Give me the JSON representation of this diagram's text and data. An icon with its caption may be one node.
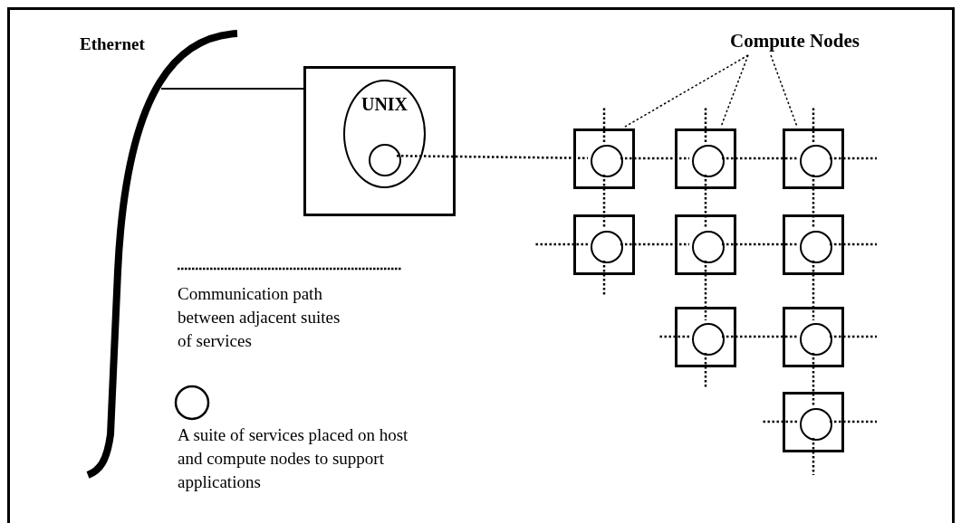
{
  "diagram": {
    "nodes": [
      {
        "text": [
          "Ethernet"
        ]
      },
      {
        "text": [],
        "shape": "box"
      },
      {
        "text": [
          "UNIX"
        ],
        "in": 1
      },
      {
        "text": [],
        "shape": "circle",
        "in": 2
      },
      {
        "text": [],
        "shape": "box"
      },
      {
        "text": [],
        "shape": "circle",
        "in": 4
      },
      {
        "text": [],
        "shape": "box"
      },
      {
        "text": [],
        "shape": "circle",
        "in": 6
      },
      {
        "text": [],
        "shape": "box"
      },
      {
        "text": [],
        "shape": "circle",
        "in": 8
      },
      {
        "text": [],
        "shape": "box"
      },
      {
        "text": [],
        "shape": "circle",
        "in": 10
      },
      {
        "text": [],
        "shape": "box"
      },
      {
        "text": [],
        "shape": "circle",
        "in": 12
      },
      {
        "text": [],
        "shape": "box"
      },
      {
        "text": [],
        "shape": "circle",
        "in": 14
      },
      {
        "text": [],
        "shape": "box"
      },
      {
        "text": [],
        "shape": "circle",
        "in": 16
      },
      {
        "text": [],
        "shape": "box"
      },
      {
        "text": [],
        "shape": "circle",
        "in": 18
      },
      {
        "text": [],
        "shape": "box"
      },
      {
        "text": [],
        "shape": "circle",
        "in": 20
      },
      {
        "text": [
          "Compute Nodes"
        ]
      }
    ],
    "edges": [
      {
        "from": 0,
        "to": 1,
        "arrow": "none"
      },
      {
        "from": 3,
        "to": 5,
        "arrow": "none",
        "style": "dashed"
      },
      {
        "from": 5,
        "to": 7,
        "arrow": "none",
        "style": "dashed"
      },
      {
        "from": 7,
        "to": 9,
        "arrow": "none",
        "style": "dashed"
      },
      {
        "from": 11,
        "to": 13,
        "arrow": "none",
        "style": "dashed"
      },
      {
        "from": 13,
        "to": 15,
        "arrow": "none",
        "style": "dashed"
      },
      {
        "from": 17,
        "to": 19,
        "arrow": "none",
        "style": "dashed"
      },
      {
        "from": 5,
        "to": 11,
        "arrow": "none",
        "style": "dashed"
      },
      {
        "from": 7,
        "to": 13,
        "arrow": "none",
        "style": "dashed"
      },
      {
        "from": 9,
        "to": 15,
        "arrow": "none",
        "style": "dashed"
      },
      {
        "from": 13,
        "to": 17,
        "arrow": "none",
        "style": "dashed"
      },
      {
        "from": 15,
        "to": 19,
        "arrow": "none",
        "style": "dashed"
      },
      {
        "from": 19,
        "to": 21,
        "arrow": "none",
        "style": "dashed"
      },
      {
        "from": 5,
        "to": null,
        "arrow": "none",
        "style": "dashed"
      },
      {
        "from": 7,
        "to": null,
        "arrow": "none",
        "style": "dashed"
      },
      {
        "from": 9,
        "to": null,
        "arrow": "none",
        "style": "dashed"
      },
      {
        "from": 9,
        "to": null,
        "arrow": "none",
        "style": "dashed"
      },
      {
        "from": 11,
        "to": null,
        "arrow": "none",
        "style": "dashed"
      },
      {
        "from": 11,
        "to": null,
        "arrow": "none",
        "style": "dashed"
      },
      {
        "from": 15,
        "to": null,
        "arrow": "none",
        "style": "dashed"
      },
      {
        "from": 17,
        "to": null,
        "arrow": "none",
        "style": "dashed"
      },
      {
        "from": 17,
        "to": null,
        "arrow": "none",
        "style": "dashed"
      },
      {
        "from": 19,
        "to": null,
        "arrow": "none",
        "style": "dashed"
      },
      {
        "from": 21,
        "to": null,
        "arrow": "none",
        "style": "dashed"
      },
      {
        "from": 21,
        "to": null,
        "arrow": "none",
        "style": "dashed"
      },
      {
        "from": 21,
        "to": null,
        "arrow": "none",
        "style": "dashed"
      },
      {
        "from": 22,
        "to": 4,
        "arrow": "none",
        "style": "dashed"
      },
      {
        "from": 22,
        "to": 6,
        "arrow": "none",
        "style": "dashed"
      },
      {
        "from": 22,
        "to": 8,
        "arrow": "none",
        "style": "dashed"
      }
    ],
    "legend": [
      {
        "text": "Communication path between adjacent suites of services"
      },
      {
        "text": "A suite of services placed on host and compute nodes to support applications"
      }
    ]
  }
}
